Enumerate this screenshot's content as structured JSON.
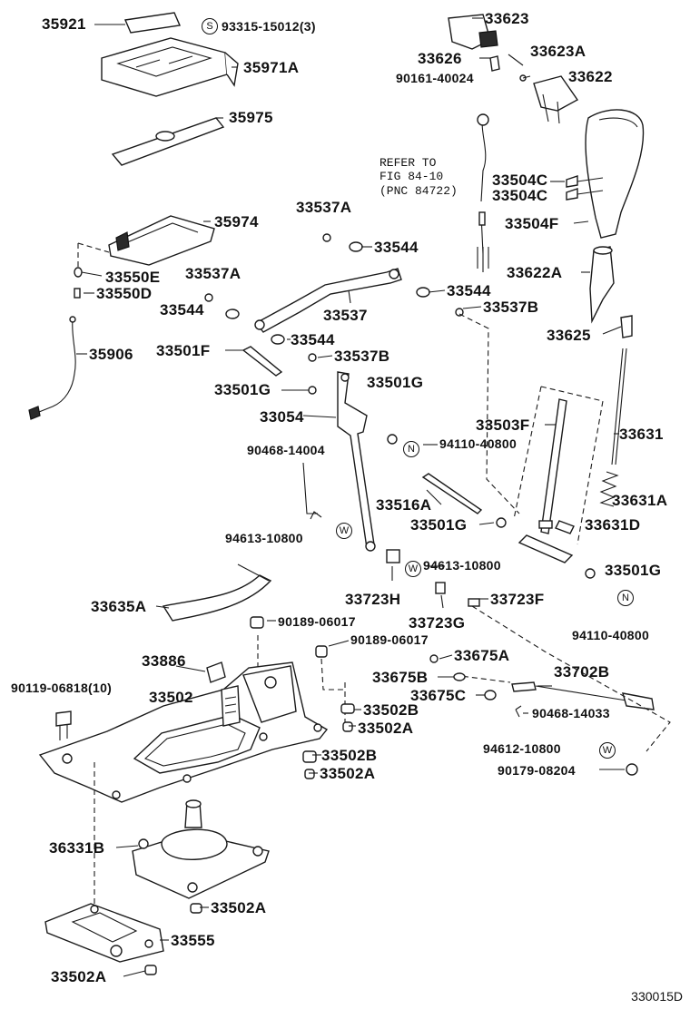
{
  "diagram": {
    "reference_id": "330015D",
    "note": {
      "line1": "REFER TO",
      "line2": "FIG 84-10",
      "line3": "(PNC 84722)"
    },
    "symbols": {
      "s": "S",
      "n": "N",
      "w": "W"
    },
    "labels": [
      {
        "key": "l01",
        "text": "35921"
      },
      {
        "key": "l02",
        "text": "93315-15012(3)"
      },
      {
        "key": "l03",
        "text": "35971A"
      },
      {
        "key": "l04",
        "text": "35975"
      },
      {
        "key": "l05",
        "text": "35974"
      },
      {
        "key": "l06",
        "text": "33550E"
      },
      {
        "key": "l07",
        "text": "33550D"
      },
      {
        "key": "l08",
        "text": "35906"
      },
      {
        "key": "l09",
        "text": "33623"
      },
      {
        "key": "l10",
        "text": "33626"
      },
      {
        "key": "l11",
        "text": "33623A"
      },
      {
        "key": "l12",
        "text": "90161-40024"
      },
      {
        "key": "l13",
        "text": "33622"
      },
      {
        "key": "l14",
        "text": "33504C"
      },
      {
        "key": "l15",
        "text": "33504C"
      },
      {
        "key": "l16",
        "text": "33504F"
      },
      {
        "key": "l17",
        "text": "33537A"
      },
      {
        "key": "l18",
        "text": "33544"
      },
      {
        "key": "l19",
        "text": "33537A"
      },
      {
        "key": "l20",
        "text": "33544"
      },
      {
        "key": "l21",
        "text": "33537"
      },
      {
        "key": "l22",
        "text": "33544"
      },
      {
        "key": "l23",
        "text": "33537B"
      },
      {
        "key": "l24",
        "text": "33544"
      },
      {
        "key": "l25",
        "text": "33537B"
      },
      {
        "key": "l26",
        "text": "33501F"
      },
      {
        "key": "l27",
        "text": "33501G"
      },
      {
        "key": "l28",
        "text": "33501G"
      },
      {
        "key": "l29",
        "text": "33054"
      },
      {
        "key": "l30",
        "text": "94110-40800"
      },
      {
        "key": "l31",
        "text": "90468-14004"
      },
      {
        "key": "l32",
        "text": "33622A"
      },
      {
        "key": "l33",
        "text": "33625"
      },
      {
        "key": "l34",
        "text": "33503F"
      },
      {
        "key": "l35",
        "text": "33631"
      },
      {
        "key": "l36",
        "text": "33516A"
      },
      {
        "key": "l37",
        "text": "33631A"
      },
      {
        "key": "l38",
        "text": "33501G"
      },
      {
        "key": "l39",
        "text": "33631D"
      },
      {
        "key": "l40",
        "text": "94613-10800"
      },
      {
        "key": "l41",
        "text": "94613-10800"
      },
      {
        "key": "l42",
        "text": "33501G"
      },
      {
        "key": "l43",
        "text": "33635A"
      },
      {
        "key": "l44",
        "text": "33723H"
      },
      {
        "key": "l45",
        "text": "33723F"
      },
      {
        "key": "l46",
        "text": "90189-06017"
      },
      {
        "key": "l47",
        "text": "33723G"
      },
      {
        "key": "l48",
        "text": "94110-40800"
      },
      {
        "key": "l49",
        "text": "90189-06017"
      },
      {
        "key": "l50",
        "text": "33886"
      },
      {
        "key": "l51",
        "text": "33675A"
      },
      {
        "key": "l52",
        "text": "33702B"
      },
      {
        "key": "l53",
        "text": "90119-06818(10)"
      },
      {
        "key": "l54",
        "text": "33502"
      },
      {
        "key": "l55",
        "text": "33675B"
      },
      {
        "key": "l56",
        "text": "33675C"
      },
      {
        "key": "l57",
        "text": "33502B"
      },
      {
        "key": "l58",
        "text": "90468-14033"
      },
      {
        "key": "l59",
        "text": "33502A"
      },
      {
        "key": "l60",
        "text": "94612-10800"
      },
      {
        "key": "l61",
        "text": "33502B"
      },
      {
        "key": "l62",
        "text": "90179-08204"
      },
      {
        "key": "l63",
        "text": "33502A"
      },
      {
        "key": "l64",
        "text": "36331B"
      },
      {
        "key": "l65",
        "text": "33502A"
      },
      {
        "key": "l66",
        "text": "33555"
      },
      {
        "key": "l67",
        "text": "33502A"
      }
    ]
  }
}
